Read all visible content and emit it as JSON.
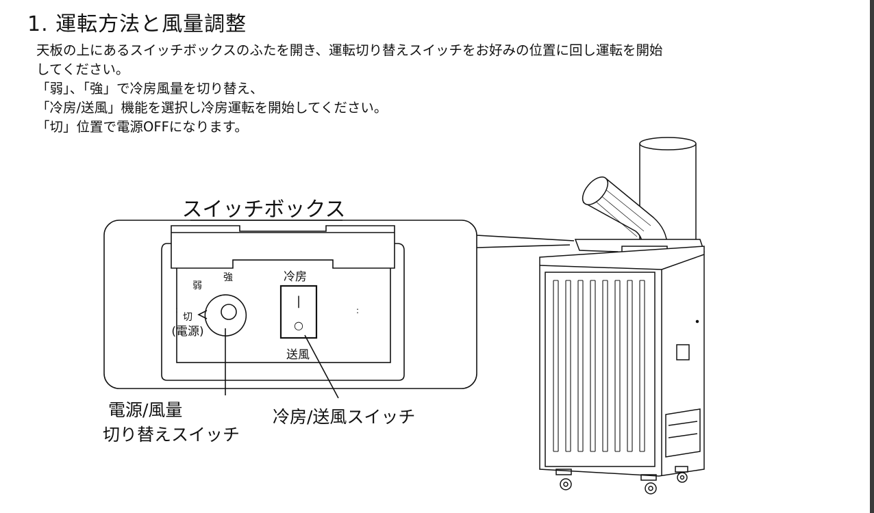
{
  "section": {
    "title": "1. 運転方法と風量調整"
  },
  "intro": {
    "lines": [
      "天板の上にあるスイッチボックスのふたを開き、運転切り替えスイッチをお好みの位置に回し運転を開始",
      "してください。",
      "「弱」、「強」で冷房風量を切り替え、",
      "「冷房/送風」機能を選択し冷房運転を開始してください。",
      "「切」位置で電源OFFになります。"
    ]
  },
  "figure": {
    "callout_title": "スイッチボックス",
    "dial": {
      "weak": "弱",
      "strong": "強",
      "off": "切",
      "off_note": "(電源)"
    },
    "mode_switch": {
      "cool": "冷房",
      "on_mark": "|",
      "off_mark": "○",
      "fan": "送風"
    },
    "side_mark": ":",
    "labels": {
      "power_line1": "電源/風量",
      "power_line2": "切り替えスイッチ",
      "mode": "冷房/送風スイッチ"
    }
  }
}
